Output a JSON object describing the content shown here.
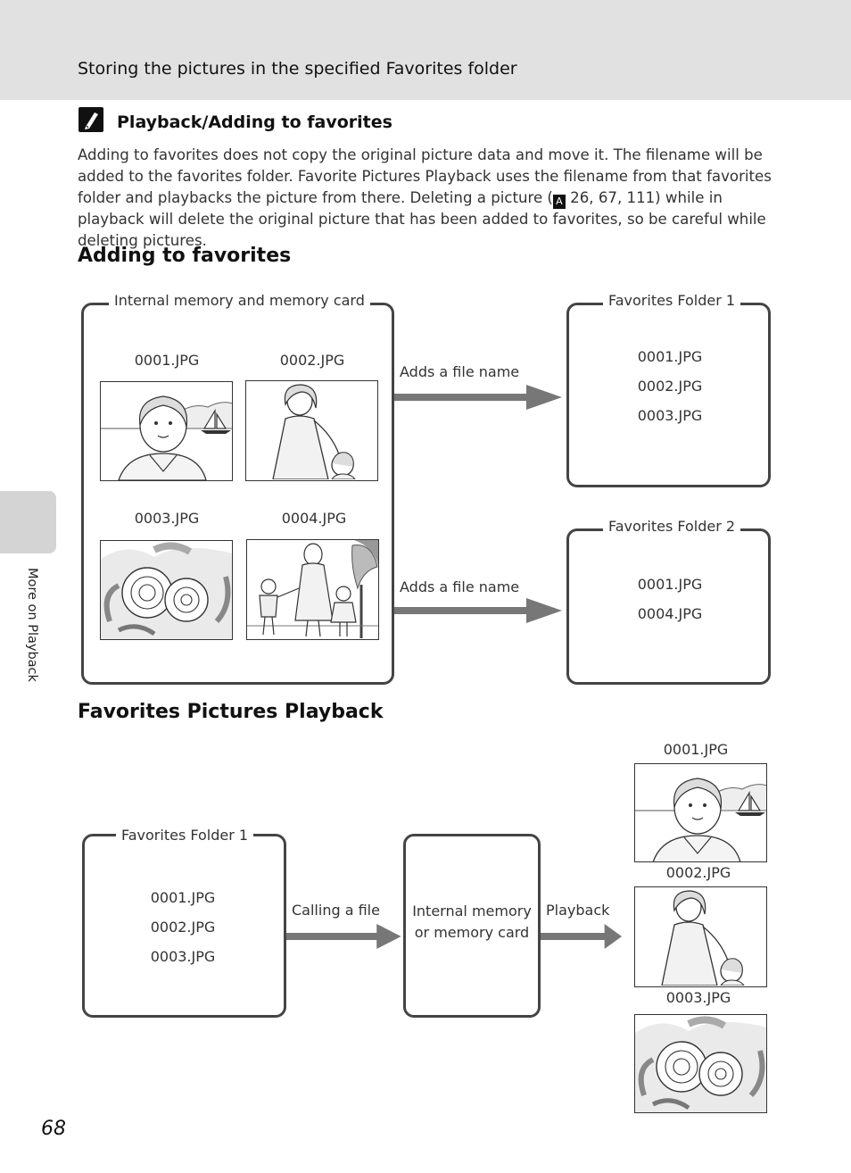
{
  "header": {
    "title": "Storing the pictures in the specified Favorites folder"
  },
  "side_tab": {
    "label": "More on Playback"
  },
  "note": {
    "title": "Playback/Adding to favorites",
    "body": "Adding to favorites does not copy the original picture data and move it. The filename will be added to the favorites folder. Favorite Pictures Playback uses the filename from that favorites folder and playbacks the picture from there. Deleting a picture (",
    "ref_symbol": "A",
    "body_tail": " 26, 67, 111) while in playback will delete the original picture that has been added to favorites, so be careful while deleting pictures."
  },
  "adding": {
    "heading": "Adding to favorites",
    "source_box": {
      "legend": "Internal memory and memory card"
    },
    "files": [
      "0001.JPG",
      "0002.JPG",
      "0003.JPG",
      "0004.JPG"
    ],
    "arrow_label": "Adds a file name",
    "folder1": {
      "legend": "Favorites Folder 1",
      "files": [
        "0001.JPG",
        "0002.JPG",
        "0003.JPG"
      ]
    },
    "folder2": {
      "legend": "Favorites Folder 2",
      "files": [
        "0001.JPG",
        "0004.JPG"
      ]
    }
  },
  "playback": {
    "heading": "Favorites Pictures Playback",
    "folder": {
      "legend": "Favorites Folder 1",
      "files": [
        "0001.JPG",
        "0002.JPG",
        "0003.JPG"
      ]
    },
    "call_label": "Calling a file",
    "memory_label": "Internal memory or memory card",
    "playback_label": "Playback",
    "results": [
      "0001.JPG",
      "0002.JPG",
      "0003.JPG"
    ]
  },
  "page_number": "68"
}
